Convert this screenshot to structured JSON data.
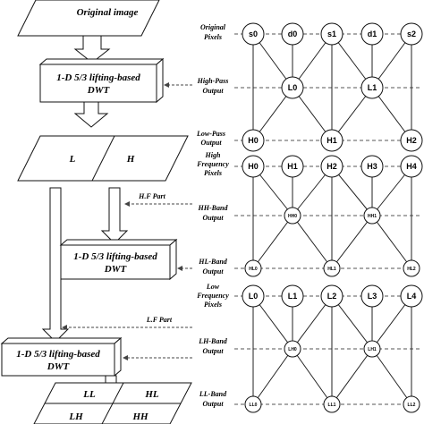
{
  "flow": {
    "original_image": "Original image",
    "dwt_line1": "1-D 5/3 lifting-based",
    "dwt_line2": "DWT",
    "band_L": "L",
    "band_H": "H",
    "hf_part": "H.F Part",
    "lf_part": "L.F Part",
    "band_LL": "LL",
    "band_HL": "HL",
    "band_LH": "LH",
    "band_HH": "HH"
  },
  "lattice": {
    "row_labels": {
      "original_1": "Original",
      "original_2": "Pixels",
      "highpass_1": "High-Pass",
      "highpass_2": "Output",
      "lowpass_1": "Low-Pass",
      "lowpass_2": "Output",
      "highfreq_1": "High",
      "highfreq_2": "Frequency",
      "highfreq_3": "Pixels",
      "hhband_1": "HH-Band",
      "hhband_2": "Output",
      "hlband_1": "HL-Band",
      "hlband_2": "Output",
      "lowfreq_1": "Low",
      "lowfreq_2": "Frequency",
      "lowfreq_3": "Pixels",
      "lhband_1": "LH-Band",
      "lhband_2": "Output",
      "llband_1": "LL-Band",
      "llband_2": "Output"
    },
    "original_nodes": [
      "s0",
      "d0",
      "s1",
      "d1",
      "s2"
    ],
    "highpass_nodes": [
      "L0",
      "L1"
    ],
    "lowpass_nodes": [
      "H0",
      "H1",
      "H2"
    ],
    "highfreq_nodes": [
      "H0",
      "H1",
      "H2",
      "H3",
      "H4"
    ],
    "hh_nodes": [
      "HH0",
      "HH1"
    ],
    "hl_nodes": [
      "HL0",
      "HL1",
      "HL2"
    ],
    "lowfreq_nodes": [
      "L0",
      "L1",
      "L2",
      "L3",
      "L4"
    ],
    "lh_nodes": [
      "LH0",
      "LH1"
    ],
    "ll_nodes": [
      "LL0",
      "LL1",
      "LL2"
    ]
  }
}
